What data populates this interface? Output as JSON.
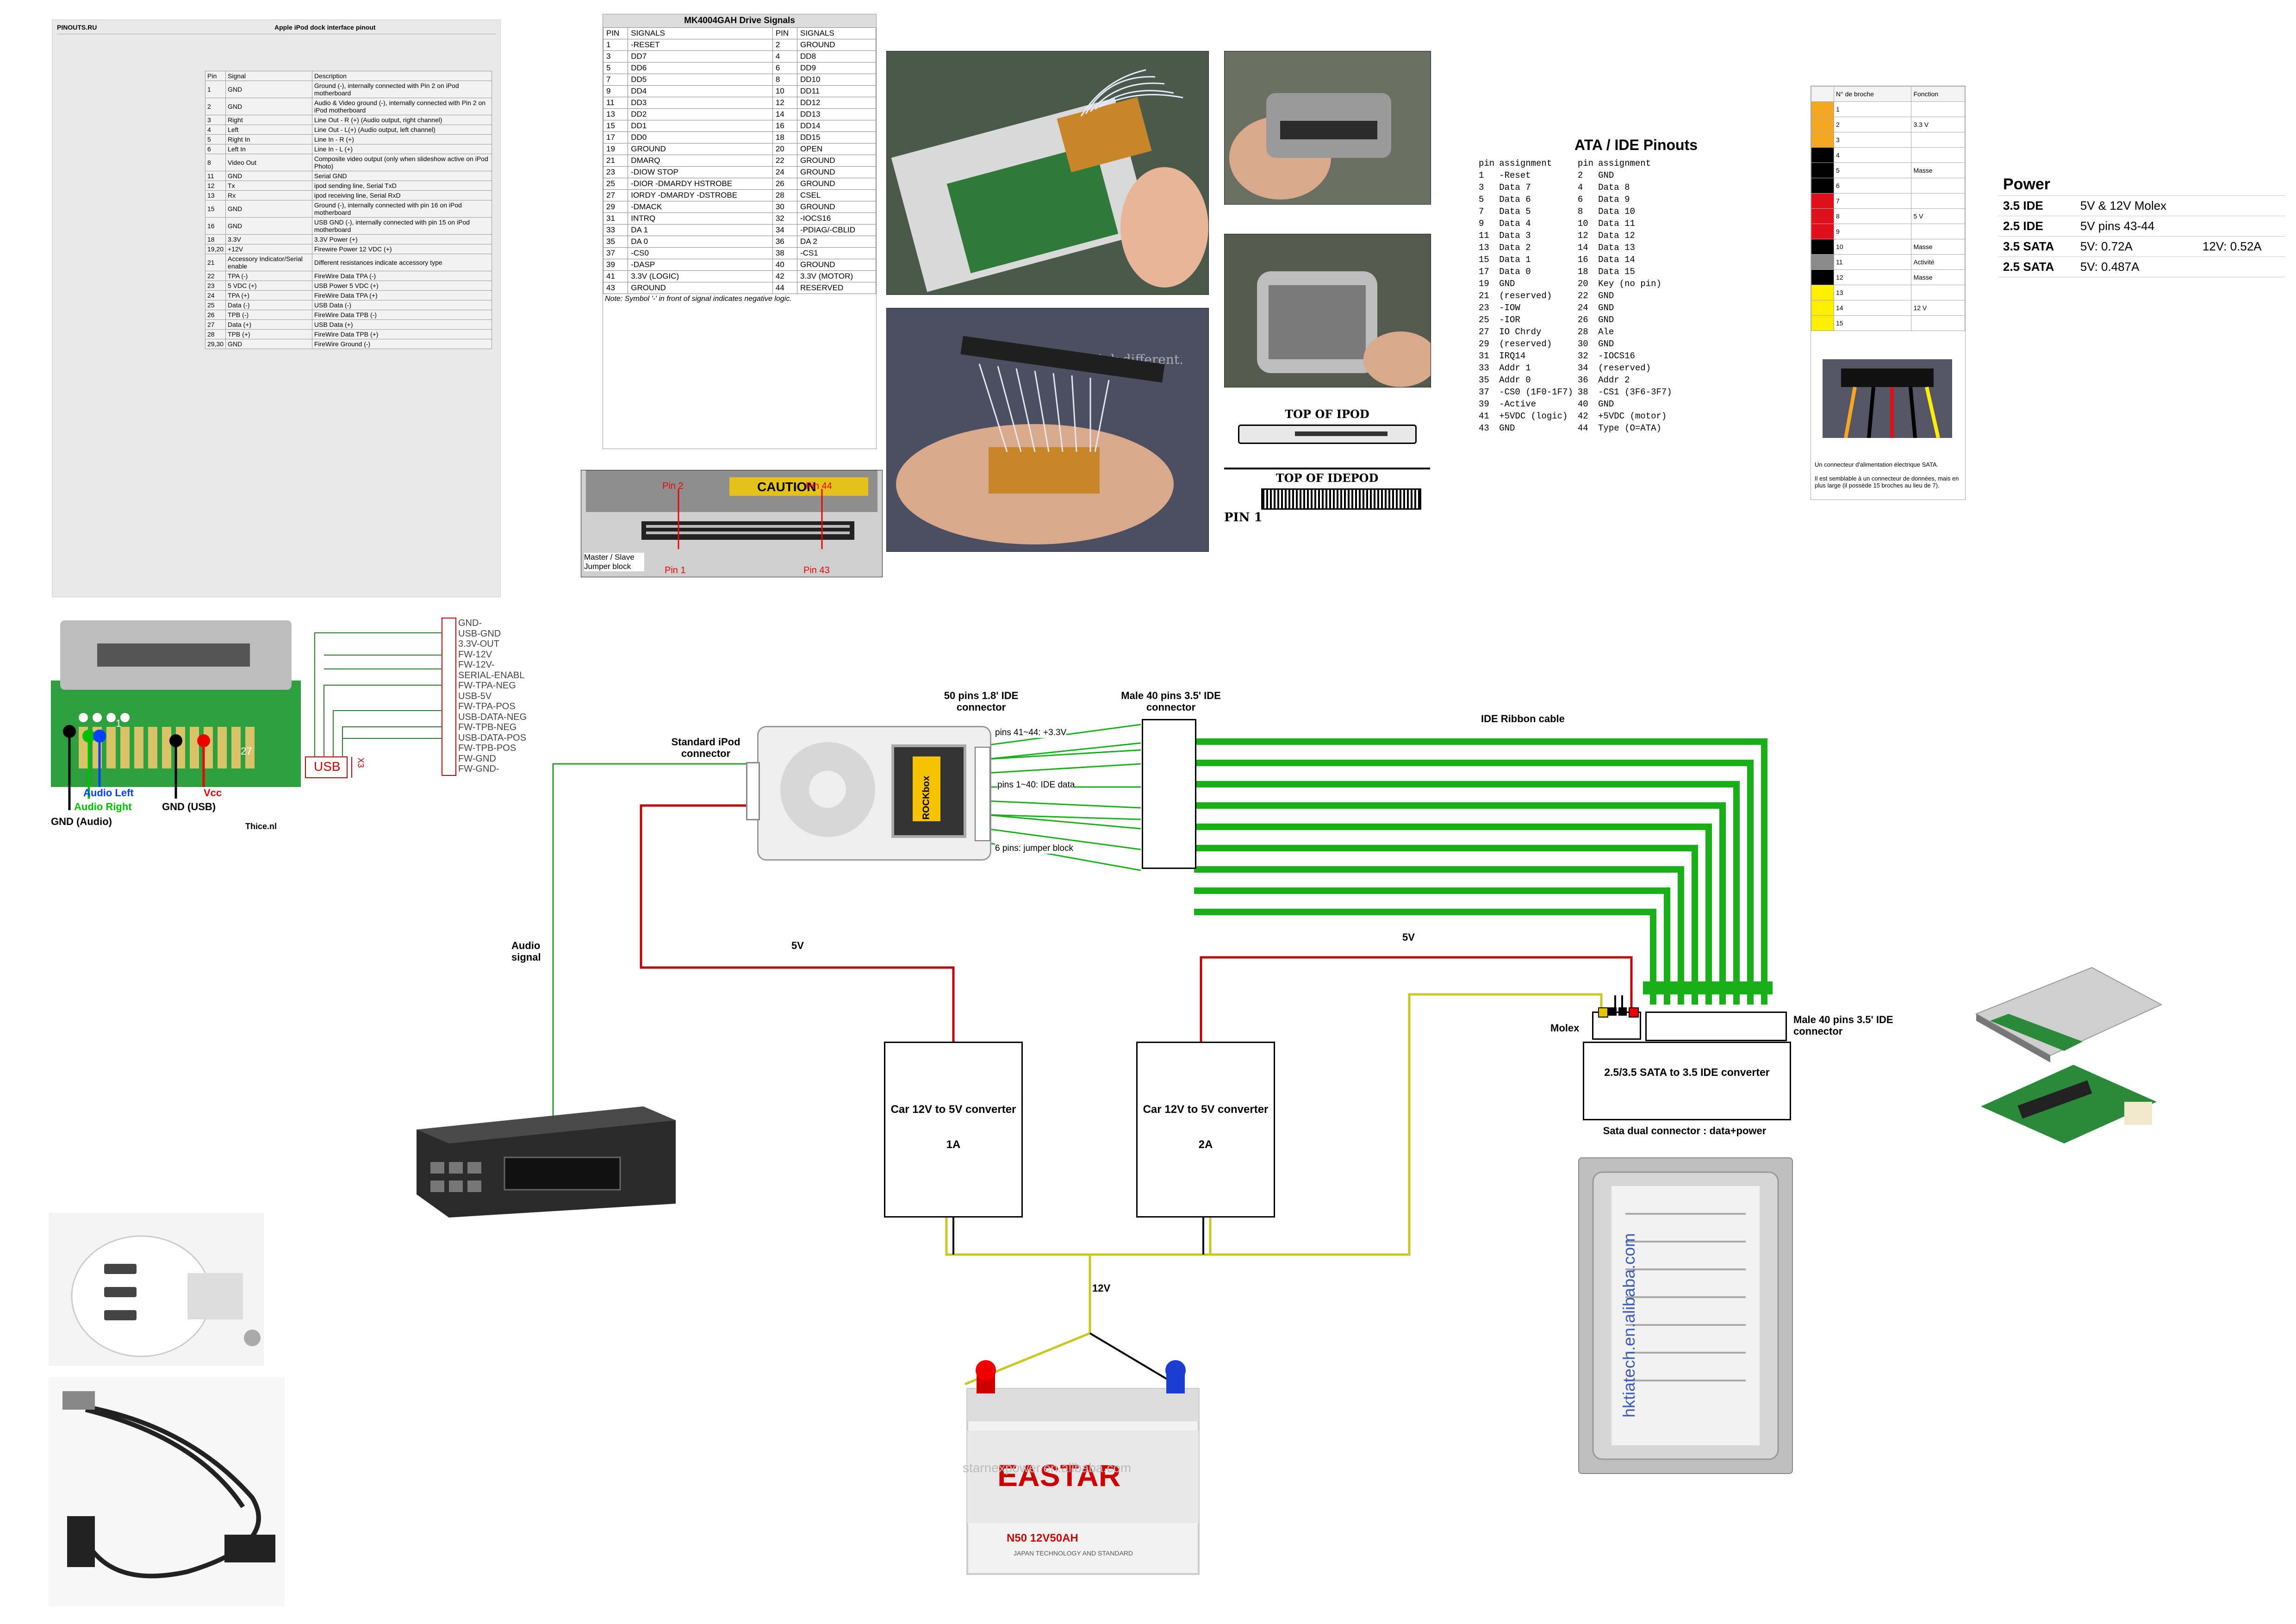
{
  "pinouts_doc": {
    "site": "PINOUTS.RU",
    "title": "Apple iPod dock interface pinout",
    "header": [
      "Pin",
      "Signal",
      "Description"
    ],
    "rows": [
      [
        "1",
        "GND",
        "Ground (-), internally connected with Pin 2 on iPod motherboard"
      ],
      [
        "2",
        "GND",
        "Audio & Video ground (-), internally connected with Pin 2 on iPod motherboard"
      ],
      [
        "3",
        "Right",
        "Line Out - R (+) (Audio output, right channel)"
      ],
      [
        "4",
        "Left",
        "Line Out - L(+) (Audio output, left channel)"
      ],
      [
        "5",
        "Right In",
        "Line In - R (+)"
      ],
      [
        "6",
        "Left In",
        "Line In - L (+)"
      ],
      [
        "8",
        "Video Out",
        "Composite video output (only when slideshow active on iPod Photo)"
      ],
      [
        "11",
        "GND",
        "Serial GND"
      ],
      [
        "12",
        "Tx",
        "ipod sending line, Serial TxD"
      ],
      [
        "13",
        "Rx",
        "ipod receiving line, Serial RxD"
      ],
      [
        "15",
        "GND",
        "Ground (-), internally connected with pin 16 on iPod motherboard"
      ],
      [
        "16",
        "GND",
        "USB GND (-), internally connected with pin 15 on iPod motherboard"
      ],
      [
        "18",
        "3.3V",
        "3.3V Power (+)"
      ],
      [
        "19,20",
        "+12V",
        "Firewire Power 12 VDC (+)"
      ],
      [
        "21",
        "Accessory Indicator/Serial enable",
        "Different resistances indicate accessory type"
      ],
      [
        "22",
        "TPA (-)",
        "FireWire Data TPA (-)"
      ],
      [
        "23",
        "5 VDC (+)",
        "USB Power 5 VDC (+)"
      ],
      [
        "24",
        "TPA (+)",
        "FireWire Data TPA (+)"
      ],
      [
        "25",
        "Data (-)",
        "USB Data (-)"
      ],
      [
        "26",
        "TPB (-)",
        "FireWire Data TPB (-)"
      ],
      [
        "27",
        "Data (+)",
        "USB Data (+)"
      ],
      [
        "28",
        "TPB (+)",
        "FireWire Data TPB (+)"
      ],
      [
        "29,30",
        "GND",
        "FireWire Ground (-)"
      ]
    ]
  },
  "mk_table": {
    "title": "MK4004GAH Drive Signals",
    "header": [
      "PIN",
      "SIGNALS",
      "PIN",
      "SIGNALS"
    ],
    "rows": [
      [
        "1",
        "-RESET",
        "2",
        "GROUND"
      ],
      [
        "3",
        "DD7",
        "4",
        "DD8"
      ],
      [
        "5",
        "DD6",
        "6",
        "DD9"
      ],
      [
        "7",
        "DD5",
        "8",
        "DD10"
      ],
      [
        "9",
        "DD4",
        "10",
        "DD11"
      ],
      [
        "11",
        "DD3",
        "12",
        "DD12"
      ],
      [
        "13",
        "DD2",
        "14",
        "DD13"
      ],
      [
        "15",
        "DD1",
        "16",
        "DD14"
      ],
      [
        "17",
        "DD0",
        "18",
        "DD15"
      ],
      [
        "19",
        "GROUND",
        "20",
        "OPEN"
      ],
      [
        "21",
        "DMARQ",
        "22",
        "GROUND"
      ],
      [
        "23",
        "-DIOW STOP",
        "24",
        "GROUND"
      ],
      [
        "25",
        "-DIOR -DMARDY HSTROBE",
        "26",
        "GROUND"
      ],
      [
        "27",
        "IORDY -DMARDY -DSTROBE",
        "28",
        "CSEL"
      ],
      [
        "29",
        "-DMACK",
        "30",
        "GROUND"
      ],
      [
        "31",
        "INTRQ",
        "32",
        "-IOCS16"
      ],
      [
        "33",
        "DA 1",
        "34",
        "-PDIAG/-CBLID"
      ],
      [
        "35",
        "DA 0",
        "36",
        "DA 2"
      ],
      [
        "37",
        "-CS0",
        "38",
        "-CS1"
      ],
      [
        "39",
        "-DASP",
        "40",
        "GROUND"
      ],
      [
        "41",
        "3.3V (LOGIC)",
        "42",
        "3.3V (MOTOR)"
      ],
      [
        "43",
        "GROUND",
        "44",
        "RESERVED"
      ]
    ],
    "note": "Note: Symbol '-' in front of signal indicates negative logic."
  },
  "ata": {
    "title": "ATA / IDE Pinouts",
    "header": [
      "pin",
      "assignment",
      "pin",
      "assignment"
    ],
    "rows": [
      [
        "1",
        "-Reset",
        "2",
        "GND"
      ],
      [
        "3",
        "Data 7",
        "4",
        "Data 8"
      ],
      [
        "5",
        "Data 6",
        "6",
        "Data 9"
      ],
      [
        "7",
        "Data 5",
        "8",
        "Data 10"
      ],
      [
        "9",
        "Data 4",
        "10",
        "Data 11"
      ],
      [
        "11",
        "Data 3",
        "12",
        "Data 12"
      ],
      [
        "13",
        "Data 2",
        "14",
        "Data 13"
      ],
      [
        "15",
        "Data 1",
        "16",
        "Data 14"
      ],
      [
        "17",
        "Data 0",
        "18",
        "Data 15"
      ],
      [
        "19",
        "GND",
        "20",
        "Key (no pin)"
      ],
      [
        "21",
        "(reserved)",
        "22",
        "GND"
      ],
      [
        "23",
        "-IOW",
        "24",
        "GND"
      ],
      [
        "25",
        "-IOR",
        "26",
        "GND"
      ],
      [
        "27",
        "IO Chrdy",
        "28",
        "Ale"
      ],
      [
        "29",
        "(reserved)",
        "30",
        "GND"
      ],
      [
        "31",
        "IRQ14",
        "32",
        "-IOCS16"
      ],
      [
        "33",
        "Addr 1",
        "34",
        "(reserved)"
      ],
      [
        "35",
        "Addr 0",
        "36",
        "Addr 2"
      ],
      [
        "37",
        "-CS0 (1F0-1F7)",
        "38",
        "-CS1 (3F6-3F7)"
      ],
      [
        "39",
        "-Active",
        "40",
        "GND"
      ],
      [
        "41",
        "+5VDC (logic)",
        "42",
        "+5VDC (motor)"
      ],
      [
        "43",
        "GND",
        "44",
        "Type (O=ATA)"
      ]
    ]
  },
  "french": {
    "header": [
      "N° de broche",
      "Fonction"
    ],
    "rows": [
      {
        "pin": "1",
        "color": "#f5a623",
        "fn": ""
      },
      {
        "pin": "2",
        "color": "#f5a623",
        "fn": "3.3 V"
      },
      {
        "pin": "3",
        "color": "#f5a623",
        "fn": ""
      },
      {
        "pin": "4",
        "color": "#000000",
        "fn": ""
      },
      {
        "pin": "5",
        "color": "#000000",
        "fn": "Masse"
      },
      {
        "pin": "6",
        "color": "#000000",
        "fn": ""
      },
      {
        "pin": "7",
        "color": "#e0101a",
        "fn": ""
      },
      {
        "pin": "8",
        "color": "#e0101a",
        "fn": "5 V"
      },
      {
        "pin": "9",
        "color": "#e0101a",
        "fn": ""
      },
      {
        "pin": "10",
        "color": "#000000",
        "fn": "Masse"
      },
      {
        "pin": "11",
        "color": "#8a8a8a",
        "fn": "Activité"
      },
      {
        "pin": "12",
        "color": "#000000",
        "fn": "Masse"
      },
      {
        "pin": "13",
        "color": "#ffee00",
        "fn": ""
      },
      {
        "pin": "14",
        "color": "#ffee00",
        "fn": "12 V"
      },
      {
        "pin": "15",
        "color": "#ffee00",
        "fn": ""
      }
    ],
    "caption1": "Un connecteur d'alimentation électrique SATA.",
    "caption2": "Il est semblable à un connecteur de données, mais en plus large (il possède 15 broches au lieu de 7)."
  },
  "power": {
    "title": "Power",
    "rows": [
      [
        "3.5 IDE",
        "5V & 12V Molex",
        ""
      ],
      [
        "2.5 IDE",
        "5V pins 43-44",
        ""
      ],
      [
        "3.5 SATA",
        "5V: 0.72A",
        "12V: 0.52A"
      ],
      [
        "2.5 SATA",
        "5V: 0.487A",
        ""
      ]
    ]
  },
  "photo_labels": {
    "top_of_ipod": "TOP OF IPOD",
    "top_of_idepod": "TOP OF IDEPOD",
    "pin1": "PIN 1",
    "pin2": "Pin 2",
    "pin44": "Pin 44",
    "pin1b": "Pin 1",
    "pin43": "Pin 43",
    "master_slave": "Master / Slave Jumper block",
    "caution": "CAUTION",
    "think_different": "Think different."
  },
  "dock_board": {
    "audio_left": "Audio Left",
    "audio_right": "Audio Right",
    "gnd_audio": "GND (Audio)",
    "gnd_usb": "GND (USB)",
    "vcc": "Vcc",
    "credit": "Thice.nl",
    "pin_labels": [
      "1",
      "27"
    ]
  },
  "schematic": {
    "pins": [
      "GND-",
      "USB-GND",
      "3.3V-OUT",
      "FW-12V",
      "FW-12V-",
      "SERIAL-ENABL",
      "FW-TPA-NEG",
      "USB-5V",
      "FW-TPA-POS",
      "USB-DATA-NEG",
      "FW-TPB-NEG",
      "USB-DATA-POS",
      "FW-TPB-POS",
      "FW-GND",
      "FW-GND-"
    ],
    "usb_label": "USB",
    "x_label": "X3"
  },
  "diagram": {
    "standard_ipod_connector": "Standard iPod connector",
    "pins50": "50 pins 1.8' IDE connector",
    "male40_top": "Male 40 pins 3.5' IDE connector",
    "ide_ribbon": "IDE Ribbon cable",
    "pins41_44": "pins 41~44: +3.3V",
    "pins1_40": "pins 1~40: IDE data",
    "jumper6": "6 pins: jumper block",
    "audio_signal": "Audio signal",
    "v5_left": "5V",
    "v5_right": "5V",
    "conv1_title": "Car 12V to 5V converter",
    "conv1_amp": "1A",
    "conv2_title": "Car 12V to 5V converter",
    "conv2_amp": "2A",
    "v12": "12V",
    "molex": "Molex",
    "male40_right": "Male 40 pins 3.5' IDE connector",
    "adapter": "2.5/3.5 SATA to 3.5 IDE converter",
    "sata_dual": "Sata dual connector : data+power",
    "battery_brand": "EASTAR",
    "battery_model": "N50 12V50AH",
    "battery_sub": "JAPAN TECHNOLOGY AND STANDARD",
    "rockbox": "ROCKbox",
    "watermark1": "starnexpower.en.alibaba.com",
    "watermark2": "hktiatech.en.alibaba.com"
  }
}
